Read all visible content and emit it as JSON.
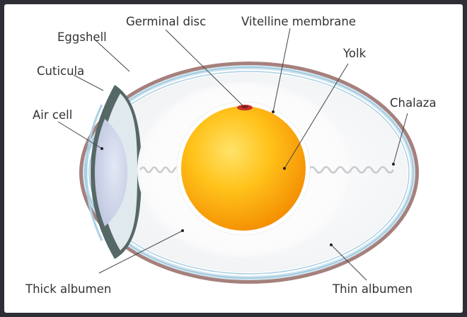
{
  "labels": {
    "germinal_disc": "Germinal disc",
    "vitelline_membrane": "Vitelline membrane",
    "eggshell": "Eggshell",
    "yolk": "Yolk",
    "cuticula": "Cuticula",
    "chalaza": "Chalaza",
    "air_cell": "Air cell",
    "thick_albumen": "Thick albumen",
    "thin_albumen": "Thin albumen"
  }
}
